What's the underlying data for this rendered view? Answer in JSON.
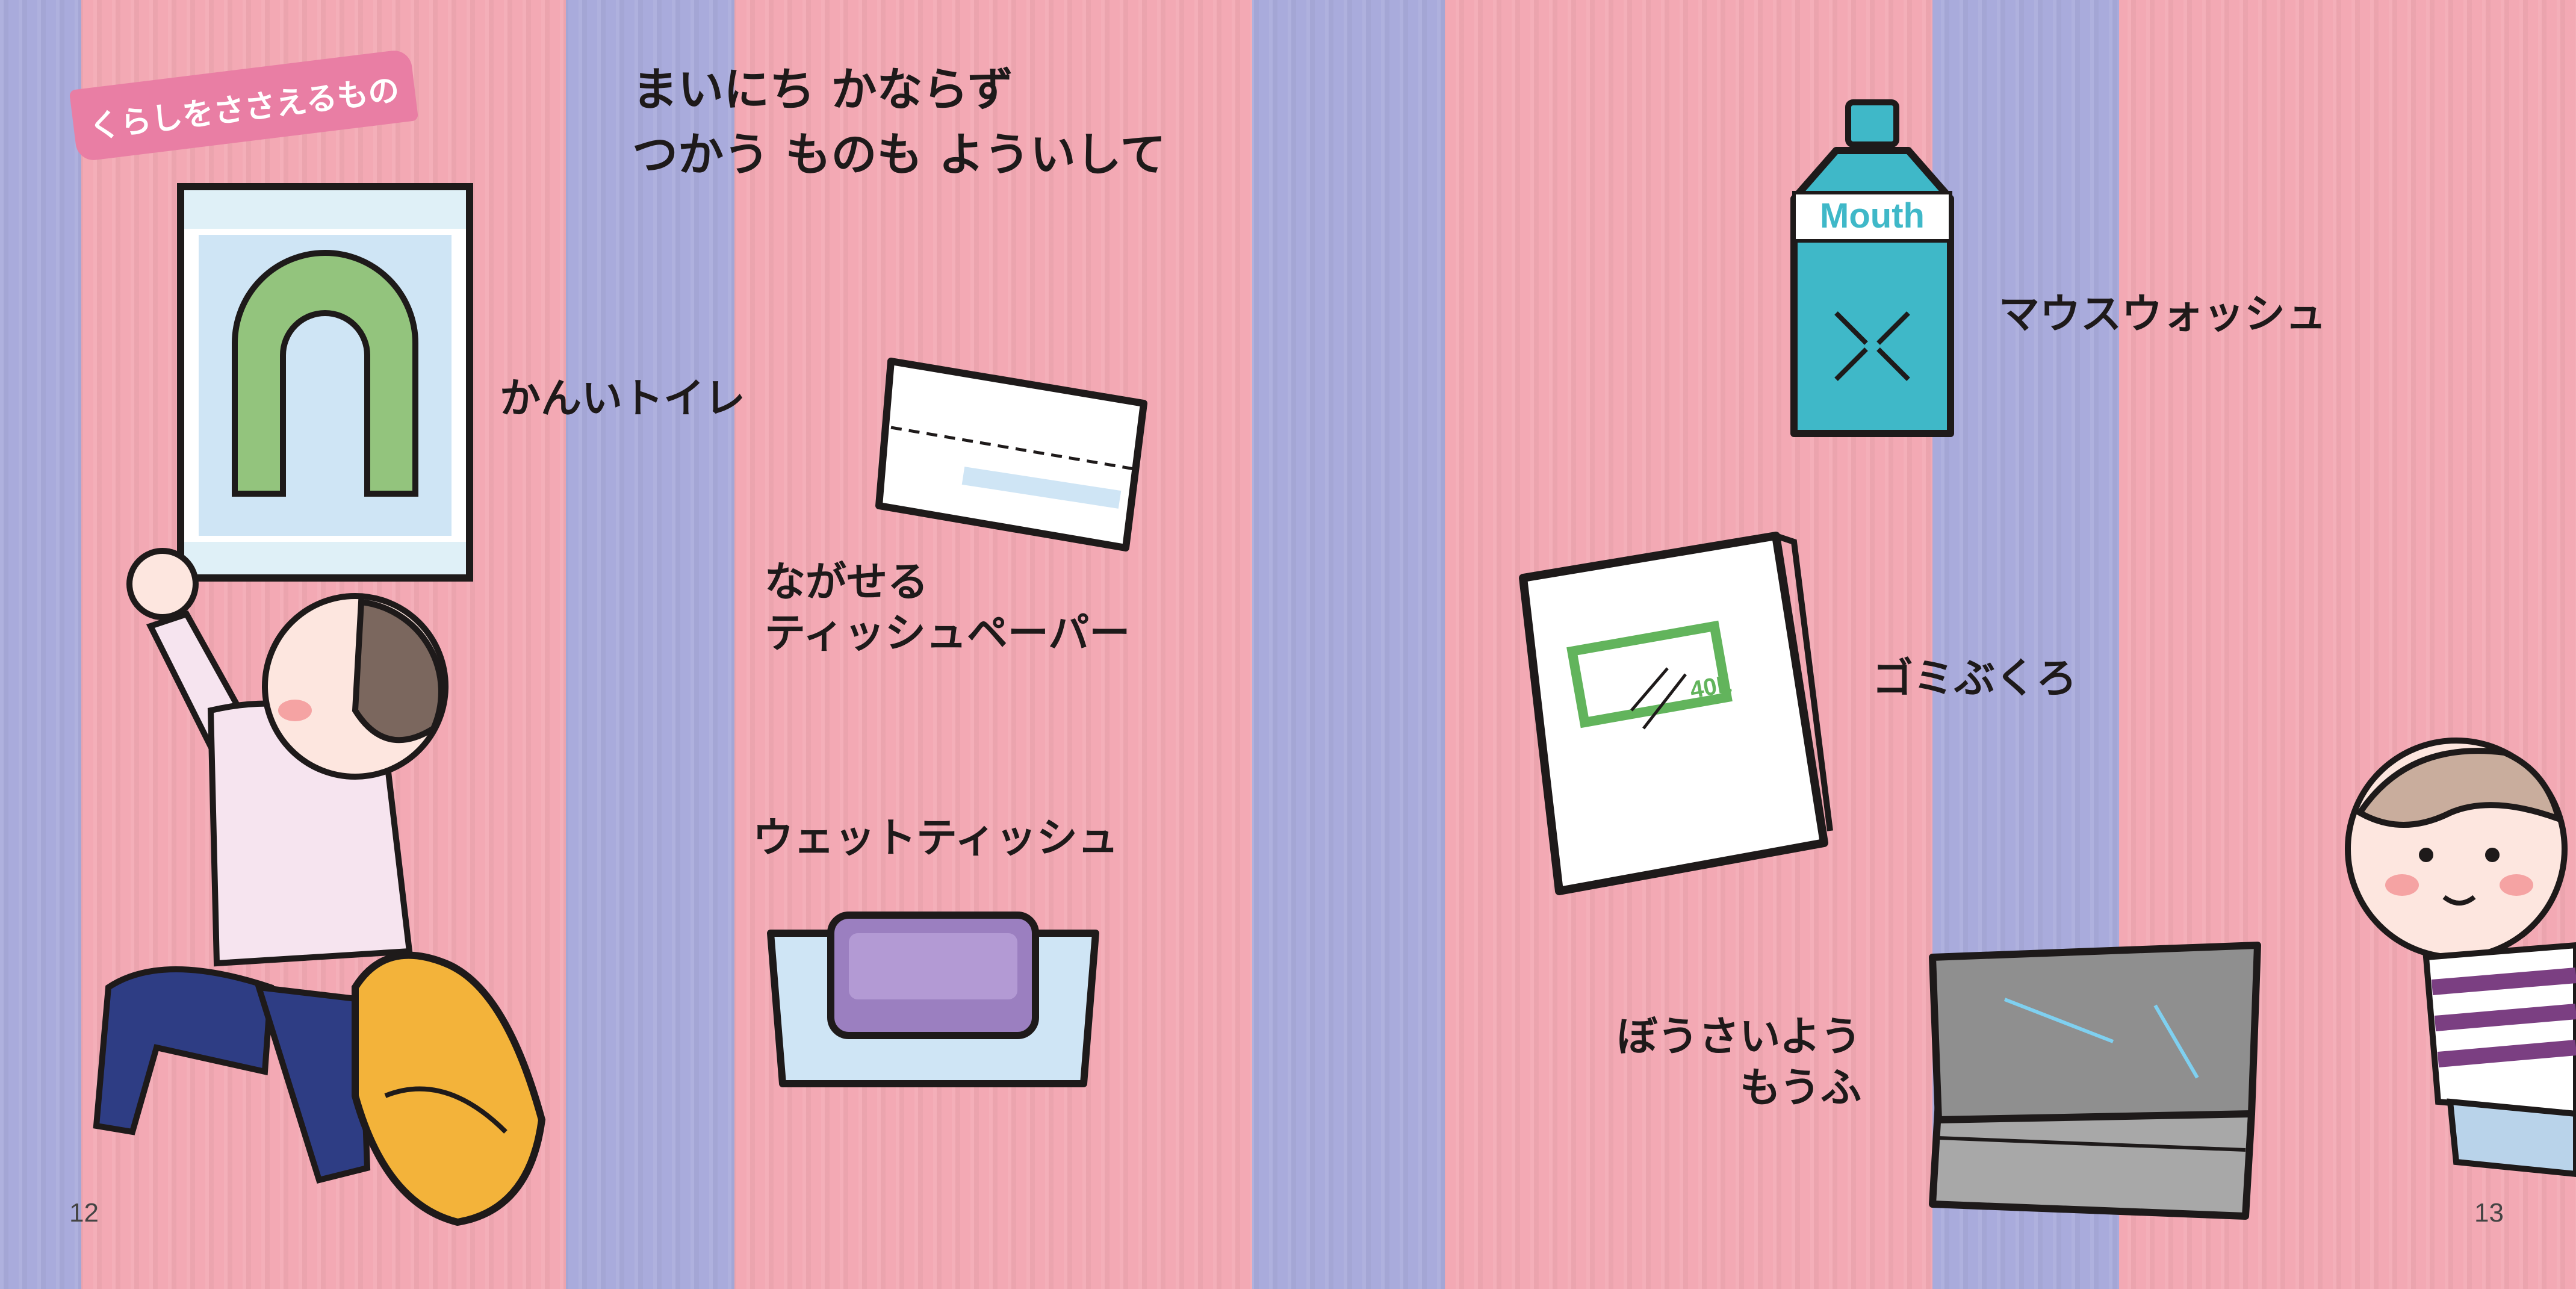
{
  "header": {
    "tag": "くらしをささえるもの",
    "line1": "まいにち かならず",
    "line2": "つかう ものも よういして"
  },
  "items": {
    "toilet": "かんいトイレ",
    "tissue_line1": "ながせる",
    "tissue_line2": "ティッシュペーパー",
    "wet": "ウェットティッシュ",
    "mouthwash": "マウスウォッシュ",
    "bottle_text": "Mouth",
    "bag": "ゴミぶくろ",
    "bag_text": "40L",
    "blanket_line1": "ぼうさいよう",
    "blanket_line2": "もうふ"
  },
  "pages": {
    "left": "12",
    "right": "13"
  },
  "colors": {
    "pink": "#f3a9b4",
    "lavender": "#a9abdc",
    "tag": "#e97ea4",
    "toilet_green": "#93c47d",
    "bottle_blue": "#3fb8c8",
    "wipe_purple": "#9b7fc0",
    "blanket_gray": "#8f8f8f"
  },
  "icons": [
    "toilet-bag-icon",
    "tissue-pack-icon",
    "wet-tissue-icon",
    "mouthwash-bottle-icon",
    "garbage-bag-icon",
    "emergency-blanket-icon",
    "child-illustration",
    "backpack-icon",
    "boy-illustration"
  ]
}
